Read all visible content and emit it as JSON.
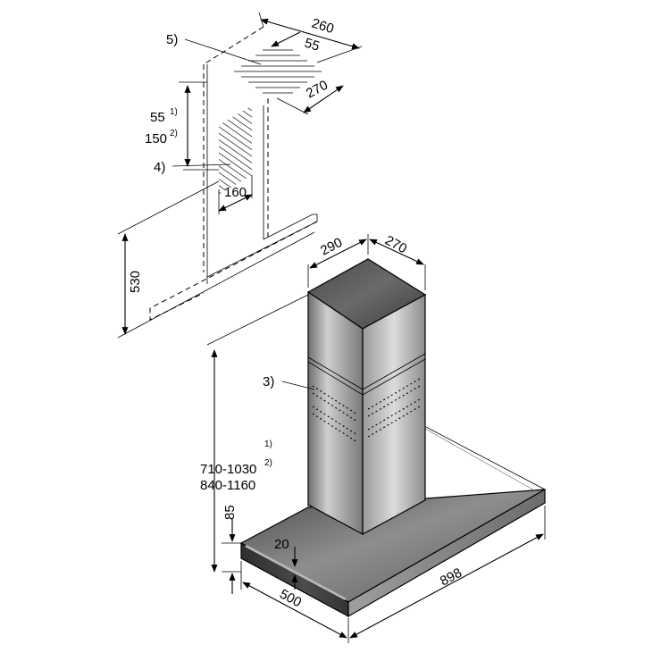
{
  "dimensions": {
    "d260": "260",
    "d55": "55",
    "d270_top": "270",
    "d551_main": "55",
    "d551_sup": "1)",
    "d1502_main": "150",
    "d1502_sup": "2)",
    "d160": "160",
    "d530": "530",
    "d290": "290",
    "d270_chimney": "270",
    "height1_main": "710-1030",
    "height1_sup": "1)",
    "height2_main": "840-1160",
    "height2_sup": "2)",
    "d85": "85",
    "d20": "20",
    "d500": "500",
    "d898": "898"
  },
  "callouts": {
    "c5": "5)",
    "c4": "4)",
    "c3": "3)"
  },
  "colors": {
    "stainless_dark": "#3a3a3a",
    "stainless_mid": "#8a8a8a",
    "stainless_light": "#d6d6d6",
    "line": "#000000"
  }
}
